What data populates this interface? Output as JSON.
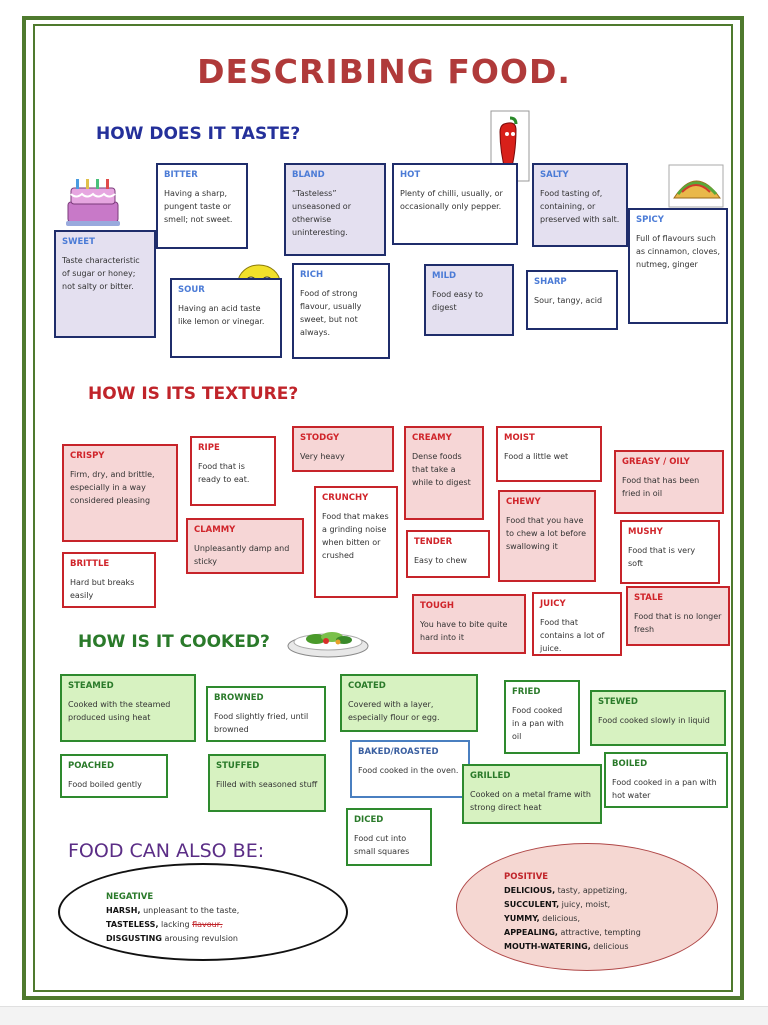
{
  "title": "DESCRIBING FOOD.",
  "taste": {
    "heading": "HOW DOES IT TASTE?",
    "items": [
      {
        "label": "BITTER",
        "text": "Having a sharp, pungent taste or smell; not sweet."
      },
      {
        "label": "BLAND",
        "text": "“Tasteless” unseasoned or otherwise uninteresting."
      },
      {
        "label": "HOT",
        "text": "Plenty of chilli, usually, or occasionally only pepper."
      },
      {
        "label": "SALTY",
        "text": "Food tasting of, containing, or preserved with salt."
      },
      {
        "label": "SWEET",
        "text": "Taste characteristic of sugar or honey; not salty or bitter."
      },
      {
        "label": "SOUR",
        "text": "Having an acid taste like lemon or vinegar."
      },
      {
        "label": "RICH",
        "text": "Food of strong flavour, usually sweet, but not always."
      },
      {
        "label": "MILD",
        "text": "Food easy to digest"
      },
      {
        "label": "SHARP",
        "text": "Sour, tangy, acid"
      },
      {
        "label": "SPICY",
        "text": "Full of flavours such as cinnamon, cloves, nutmeg, ginger"
      }
    ]
  },
  "texture": {
    "heading": "HOW IS ITS TEXTURE?",
    "items": [
      {
        "label": "CRISPY",
        "text": "Firm, dry, and brittle, especially in a way considered pleasing"
      },
      {
        "label": "RIPE",
        "text": "Food that is ready to eat."
      },
      {
        "label": "STODGY",
        "text": "Very heavy"
      },
      {
        "label": "CREAMY",
        "text": "Dense foods that take a while to digest"
      },
      {
        "label": "MOIST",
        "text": "Food a little wet"
      },
      {
        "label": "GREASY / OILY",
        "text": "Food that has been fried in oil"
      },
      {
        "label": "CLAMMY",
        "text": "Unpleasantly damp and sticky"
      },
      {
        "label": "CRUNCHY",
        "text": "Food that makes a grinding noise when bitten or crushed"
      },
      {
        "label": "CHEWY",
        "text": "Food that you have to chew a lot before swallowing it"
      },
      {
        "label": "MUSHY",
        "text": "Food that is very soft"
      },
      {
        "label": "BRITTLE",
        "text": "Hard but breaks easily"
      },
      {
        "label": "TENDER",
        "text": "Easy to chew"
      },
      {
        "label": "TOUGH",
        "text": "You have to bite quite hard into it"
      },
      {
        "label": "JUICY",
        "text": "Food that contains a lot of juice."
      },
      {
        "label": "STALE",
        "text": "Food that is no longer fresh"
      }
    ]
  },
  "cooked": {
    "heading": "HOW IS IT COOKED?",
    "items": [
      {
        "label": "STEAMED",
        "text": "Cooked with the steamed produced using heat"
      },
      {
        "label": "BROWNED",
        "text": "Food slightly fried, until browned"
      },
      {
        "label": "COATED",
        "text": "Covered with a layer, especially flour or egg."
      },
      {
        "label": "FRIED",
        "text": "Food cooked in a pan with oil"
      },
      {
        "label": "STEWED",
        "text": "Food cooked slowly in liquid"
      },
      {
        "label": "POACHED",
        "text": "Food boiled gently"
      },
      {
        "label": "STUFFED",
        "text": "Filled with seasoned stuff"
      },
      {
        "label": "BAKED/ROASTED",
        "text": "Food cooked in the oven."
      },
      {
        "label": "GRILLED",
        "text": "Cooked on a metal frame with strong direct heat"
      },
      {
        "label": "BOILED",
        "text": "Food cooked in a pan with hot water"
      },
      {
        "label": "DICED",
        "text": "Food cut into small squares"
      }
    ]
  },
  "also": {
    "heading": "FOOD CAN ALSO BE:",
    "negative": {
      "label": "NEGATIVE",
      "lines": [
        {
          "word": "HARSH,",
          "text": " unpleasant to the taste,"
        },
        {
          "word": "TASTELESS,",
          "text": " lacking ",
          "strike": "flavour,"
        },
        {
          "word": "DISGUSTING",
          "text": " arousing revulsion"
        }
      ]
    },
    "positive": {
      "label": "POSITIVE",
      "lines": [
        {
          "word": "DELICIOUS,",
          "text": " tasty, appetizing,"
        },
        {
          "word": "SUCCULENT,",
          "text": " juicy, moist,"
        },
        {
          "word": "YUMMY,",
          "text": " delicious,"
        },
        {
          "word": "APPEALING,",
          "text": " attractive, tempting"
        },
        {
          "word": "MOUTH-WATERING,",
          "text": " delicious"
        }
      ]
    }
  },
  "icons": [
    "cake-icon",
    "chili-pepper-icon",
    "taco-icon",
    "sour-face-icon",
    "salad-bowl-icon"
  ],
  "colors": {
    "frame": "#4f7a2e",
    "title": "#b03a3a",
    "taste_heading": "#24309a",
    "texture_heading": "#c0242a",
    "cooked_heading": "#2a7a2a"
  }
}
